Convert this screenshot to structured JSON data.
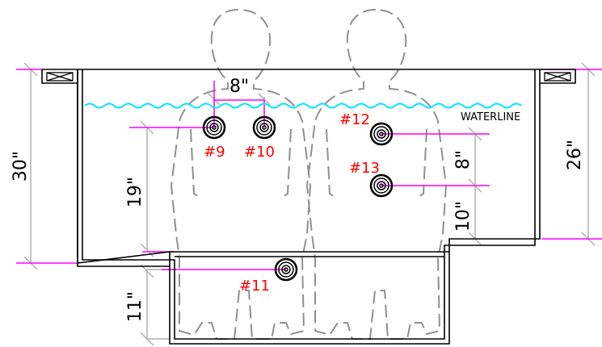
{
  "diagram": {
    "waterline_label": "WATERLINE",
    "dimensions": {
      "total_height": "30\"",
      "seat_depth": "26\"",
      "jet_spacing_horizontal": "8\"",
      "jet_height_from_seat": "19\"",
      "footwell_jet_height": "11\"",
      "jet_spacing_vertical": "8\"",
      "lower_jet_height": "10\""
    },
    "jets": [
      {
        "id": "jet-9",
        "label": "#9"
      },
      {
        "id": "jet-10",
        "label": "#10"
      },
      {
        "id": "jet-11",
        "label": "#11"
      },
      {
        "id": "jet-12",
        "label": "#12"
      },
      {
        "id": "jet-13",
        "label": "#13"
      }
    ],
    "colors": {
      "outline": "#000000",
      "dimension_line": "#ff00ff",
      "extension_line": "#b0b0b0",
      "waterline": "#00e5ff",
      "label": "#ff0000",
      "silhouette": "#909090"
    }
  }
}
